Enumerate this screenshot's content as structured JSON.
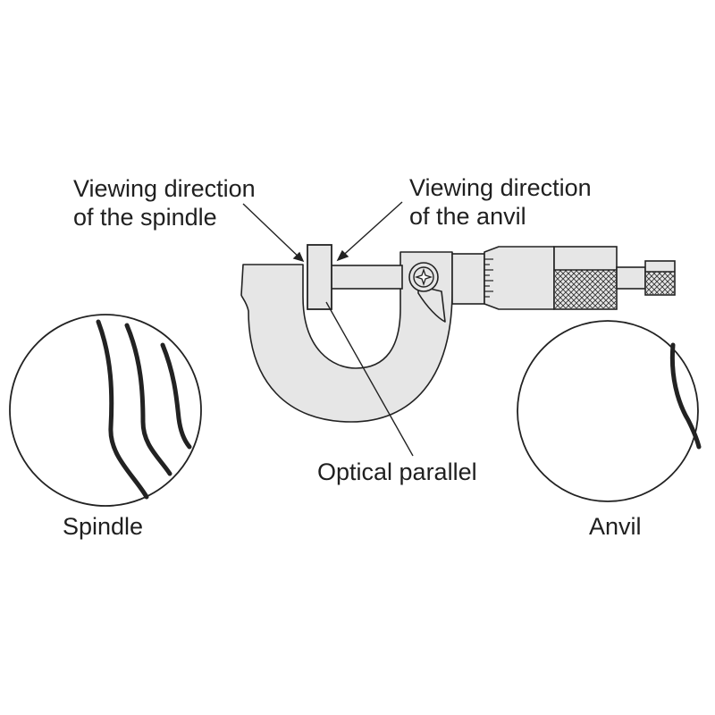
{
  "labels": {
    "spindle_view_line1": "Viewing direction",
    "spindle_view_line2": "of the spindle",
    "anvil_view_line1": "Viewing direction",
    "anvil_view_line2": "of the anvil",
    "optical_parallel": "Optical parallel",
    "spindle": "Spindle",
    "anvil": "Anvil"
  },
  "colors": {
    "body_fill": "#e6e6e6",
    "stroke": "#222222",
    "fringe": "#222222"
  }
}
